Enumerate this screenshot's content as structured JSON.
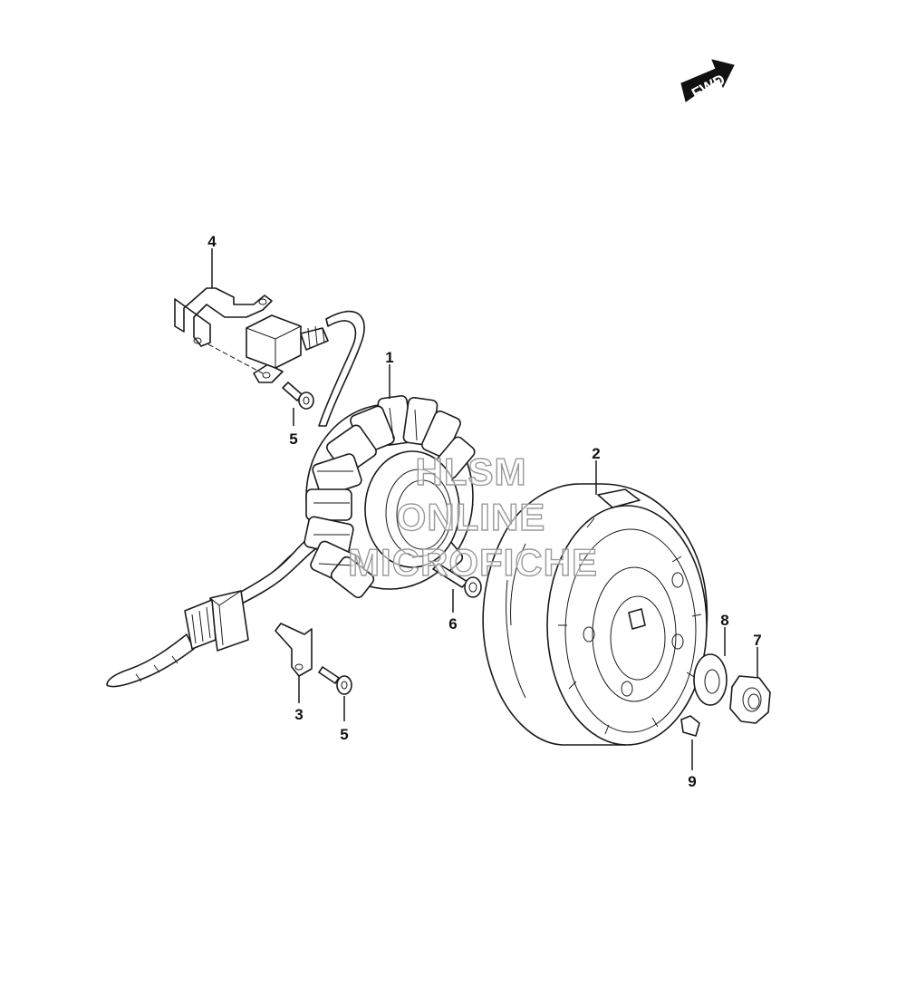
{
  "forward_arrow": {
    "label": "FWD",
    "icon": "forward-direction-arrow-icon"
  },
  "watermark": {
    "line1": "HLSM",
    "line2": "ONLINE",
    "line3": "MICROFICHE"
  },
  "callouts": [
    {
      "id": "c1",
      "label": "1",
      "part": "stator"
    },
    {
      "id": "c2",
      "label": "2",
      "part": "rotor"
    },
    {
      "id": "c3",
      "label": "3",
      "part": "clamp"
    },
    {
      "id": "c4",
      "label": "4",
      "part": "bracket"
    },
    {
      "id": "c5a",
      "label": "5",
      "part": "bracket-bolt"
    },
    {
      "id": "c5b",
      "label": "5",
      "part": "clamp-bolt"
    },
    {
      "id": "c6",
      "label": "6",
      "part": "stator-bolt"
    },
    {
      "id": "c7",
      "label": "7",
      "part": "rotor-nut"
    },
    {
      "id": "c8",
      "label": "8",
      "part": "washer"
    },
    {
      "id": "c9",
      "label": "9",
      "part": "key"
    }
  ]
}
